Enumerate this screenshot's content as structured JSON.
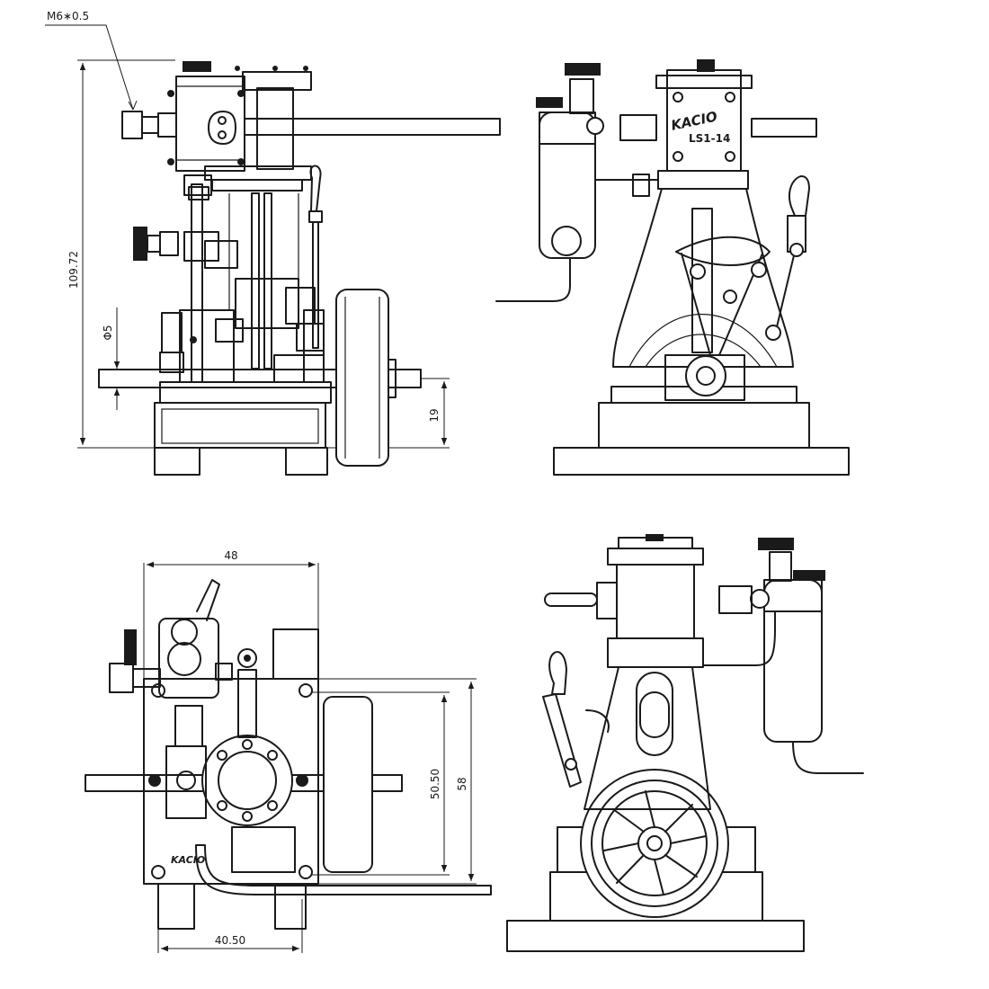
{
  "callout": {
    "thread": "M6∗0.5"
  },
  "dimensions": {
    "height": "109.72",
    "shaft_diameter": "Φ5",
    "shaft_height": "19",
    "top_width": "48",
    "bottom_width": "40.50",
    "inner_height": "50.50",
    "outer_height": "58"
  },
  "branding": {
    "logo": "KACIO",
    "model": "LS1-14",
    "logo_rear": "KACIO"
  }
}
